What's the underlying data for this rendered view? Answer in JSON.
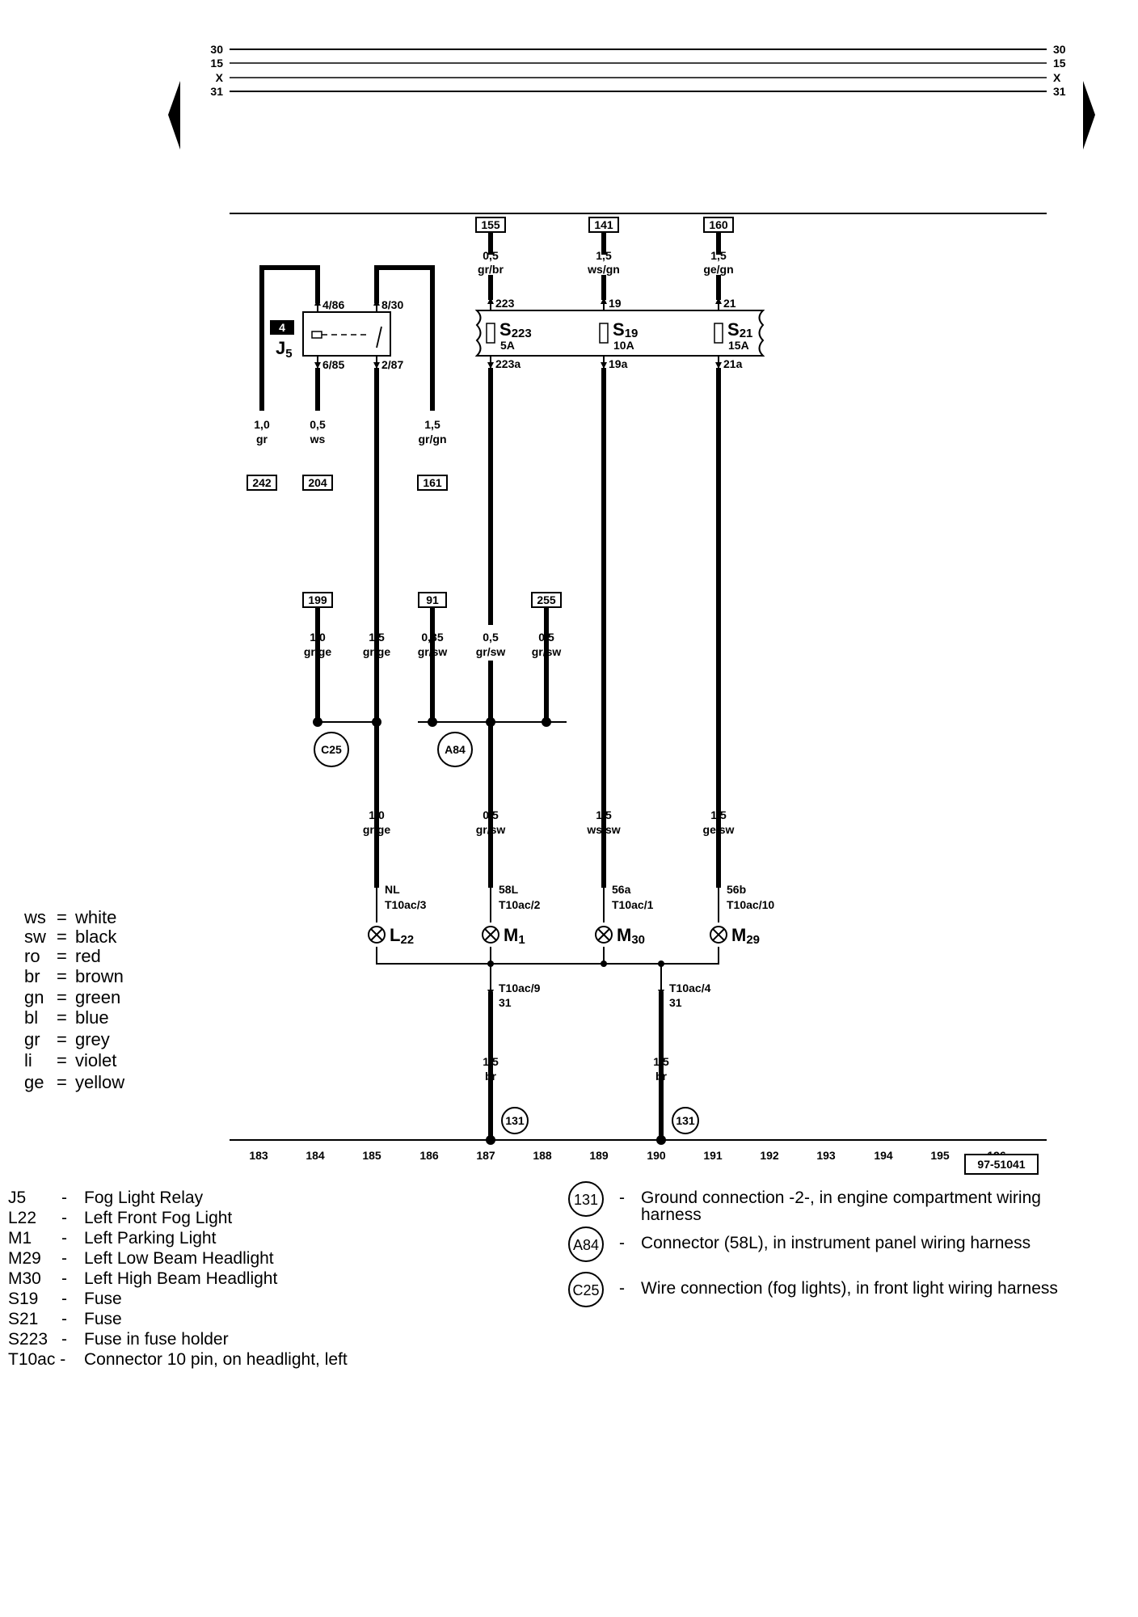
{
  "rails": {
    "r30": "30",
    "r15": "15",
    "rx": "X",
    "r31": "31"
  },
  "boxes": {
    "b155": "155",
    "b141": "141",
    "b160": "160",
    "b242": "242",
    "b204": "204",
    "b161": "161",
    "b199": "199",
    "b91": "91",
    "b255": "255"
  },
  "wires": {
    "w155": [
      "0,5",
      "gr/br"
    ],
    "w141": [
      "1,5",
      "ws/gn"
    ],
    "w160": [
      "1,5",
      "ge/gn"
    ],
    "w242": [
      "1,0",
      "gr"
    ],
    "w204": [
      "0,5",
      "ws"
    ],
    "w161": [
      "1,5",
      "gr/gn"
    ],
    "w199": [
      "1,0",
      "gr/ge"
    ],
    "wa": [
      "1,5",
      "gr/ge"
    ],
    "w91": [
      "0,35",
      "gr/sw"
    ],
    "wb": [
      "0,5",
      "gr/sw"
    ],
    "w255": [
      "0,5",
      "gr/sw"
    ],
    "wL": [
      "1,0",
      "gr/ge"
    ],
    "wM1": [
      "0,5",
      "gr/sw"
    ],
    "wM30": [
      "1,5",
      "ws/sw"
    ],
    "wM29": [
      "1,5",
      "ge/sw"
    ],
    "wg1": [
      "1,5",
      "br"
    ],
    "wg2": [
      "1,5",
      "br"
    ]
  },
  "relay": {
    "slot": "4",
    "name": "J",
    "sub": "5",
    "p1": "4/86",
    "p2": "8/30",
    "p3": "6/85",
    "p4": "2/87"
  },
  "fuses": [
    {
      "name": "S",
      "sub": "223",
      "rating": "5A",
      "top": "223",
      "bottom": "223a"
    },
    {
      "name": "S",
      "sub": "19",
      "rating": "10A",
      "top": "19",
      "bottom": "19a"
    },
    {
      "name": "S",
      "sub": "21",
      "rating": "15A",
      "top": "21",
      "bottom": "21a"
    }
  ],
  "connectors": {
    "c25": "C25",
    "a84": "A84"
  },
  "lamps": [
    {
      "pin1": "NL",
      "pin2": "T10ac/3",
      "name": "L",
      "sub": "22"
    },
    {
      "pin1": "58L",
      "pin2": "T10ac/2",
      "name": "M",
      "sub": "1"
    },
    {
      "pin1": "56a",
      "pin2": "T10ac/1",
      "name": "M",
      "sub": "30"
    },
    {
      "pin1": "56b",
      "pin2": "T10ac/10",
      "name": "M",
      "sub": "29"
    }
  ],
  "grounds": [
    {
      "pin": "T10ac/9",
      "term": "31",
      "badge": "131"
    },
    {
      "pin": "T10ac/4",
      "term": "31",
      "badge": "131"
    }
  ],
  "columns": [
    "183",
    "184",
    "185",
    "186",
    "187",
    "188",
    "189",
    "190",
    "191",
    "192",
    "193",
    "194",
    "195",
    "196"
  ],
  "diagram_id": "97-51041",
  "colors": [
    {
      "code": "ws",
      "sep": "=",
      "name": "white"
    },
    {
      "code": "sw",
      "sep": "=",
      "name": "black"
    },
    {
      "code": "ro",
      "sep": "=",
      "name": "red"
    },
    {
      "code": "br",
      "sep": "=",
      "name": "brown"
    },
    {
      "code": "gn",
      "sep": "=",
      "name": "green"
    },
    {
      "code": "bl",
      "sep": "=",
      "name": "blue"
    },
    {
      "code": "gr",
      "sep": "=",
      "name": "grey"
    },
    {
      "code": "li",
      "sep": "=",
      "name": "violet"
    },
    {
      "code": "ge",
      "sep": "=",
      "name": "yellow"
    }
  ],
  "legend": [
    {
      "code": "J5",
      "dash": "-",
      "desc": "Fog Light Relay"
    },
    {
      "code": "L22",
      "dash": "-",
      "desc": "Left Front Fog Light"
    },
    {
      "code": "M1",
      "dash": "-",
      "desc": "Left Parking Light"
    },
    {
      "code": "M29",
      "dash": "-",
      "desc": "Left Low Beam Headlight"
    },
    {
      "code": "M30",
      "dash": "-",
      "desc": "Left High Beam Headlight"
    },
    {
      "code": "S19",
      "dash": "-",
      "desc": "Fuse"
    },
    {
      "code": "S21",
      "dash": "-",
      "desc": "Fuse"
    },
    {
      "code": "S223",
      "dash": "-",
      "desc": "Fuse in fuse holder"
    },
    {
      "code": "T10ac -",
      "dash": "",
      "desc": "Connector 10 pin, on headlight, left"
    }
  ],
  "legend_right": [
    {
      "badge": "131",
      "dash": "-",
      "line1": "Ground connection -2-, in engine compartment wiring",
      "line2": "harness"
    },
    {
      "badge": "A84",
      "dash": "-",
      "line1": "Connector (58L), in instrument panel wiring harness",
      "line2": ""
    },
    {
      "badge": "C25",
      "dash": "-",
      "line1": "Wire connection (fog lights), in front light wiring harness",
      "line2": ""
    }
  ]
}
